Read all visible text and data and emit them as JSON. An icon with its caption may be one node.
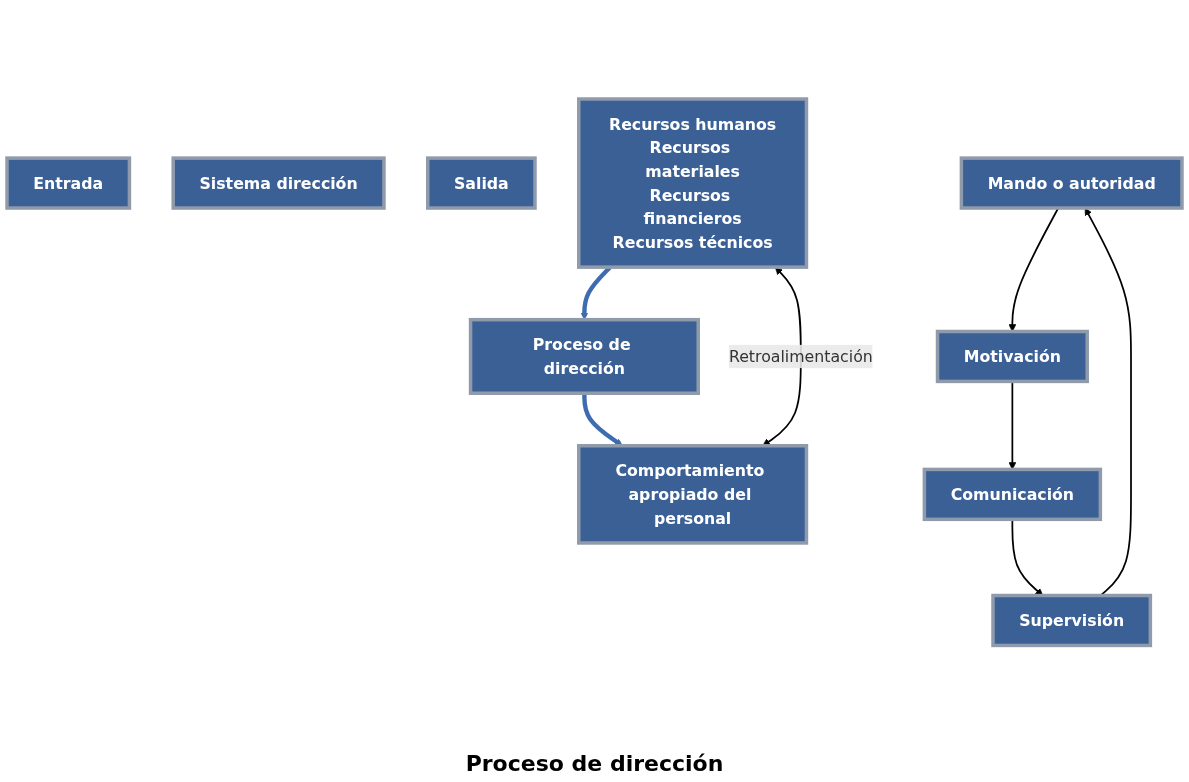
{
  "diagram": {
    "nodes": [
      {
        "text": [
          "Entrada"
        ]
      },
      {
        "text": [
          "Sistema dirección"
        ]
      },
      {
        "text": [
          "Salida"
        ]
      },
      {
        "text": [
          "Recursos humanos",
          "Recursos materiales",
          "Recursos financieros",
          "Recursos técnicos"
        ]
      },
      {
        "text": [
          "Proceso de dirección"
        ]
      },
      {
        "text": [
          "Comportamiento apropiado del personal"
        ]
      },
      {
        "text": [
          "Mando o autoridad"
        ]
      },
      {
        "text": [
          "Motivación"
        ]
      },
      {
        "text": [
          "Supervisión"
        ]
      },
      {
        "text": [
          "Comunicación"
        ]
      }
    ],
    "edges": [
      {
        "from": 3,
        "to": 4,
        "arrow": "to",
        "style": "thick",
        "color": "#3d6db0"
      },
      {
        "from": 4,
        "to": 5,
        "arrow": "to",
        "style": "thick",
        "color": "#3d6db0"
      },
      {
        "from": 3,
        "to": 5,
        "arrow": "both",
        "label": "Retroalimentación"
      },
      {
        "from": 6,
        "to": 7,
        "arrow": "to"
      },
      {
        "from": 7,
        "to": 9,
        "arrow": "to"
      },
      {
        "from": 9,
        "to": 8,
        "arrow": "to"
      },
      {
        "from": 8,
        "to": 6,
        "arrow": "to"
      }
    ],
    "labels": [
      "Proceso de dirección"
    ]
  }
}
